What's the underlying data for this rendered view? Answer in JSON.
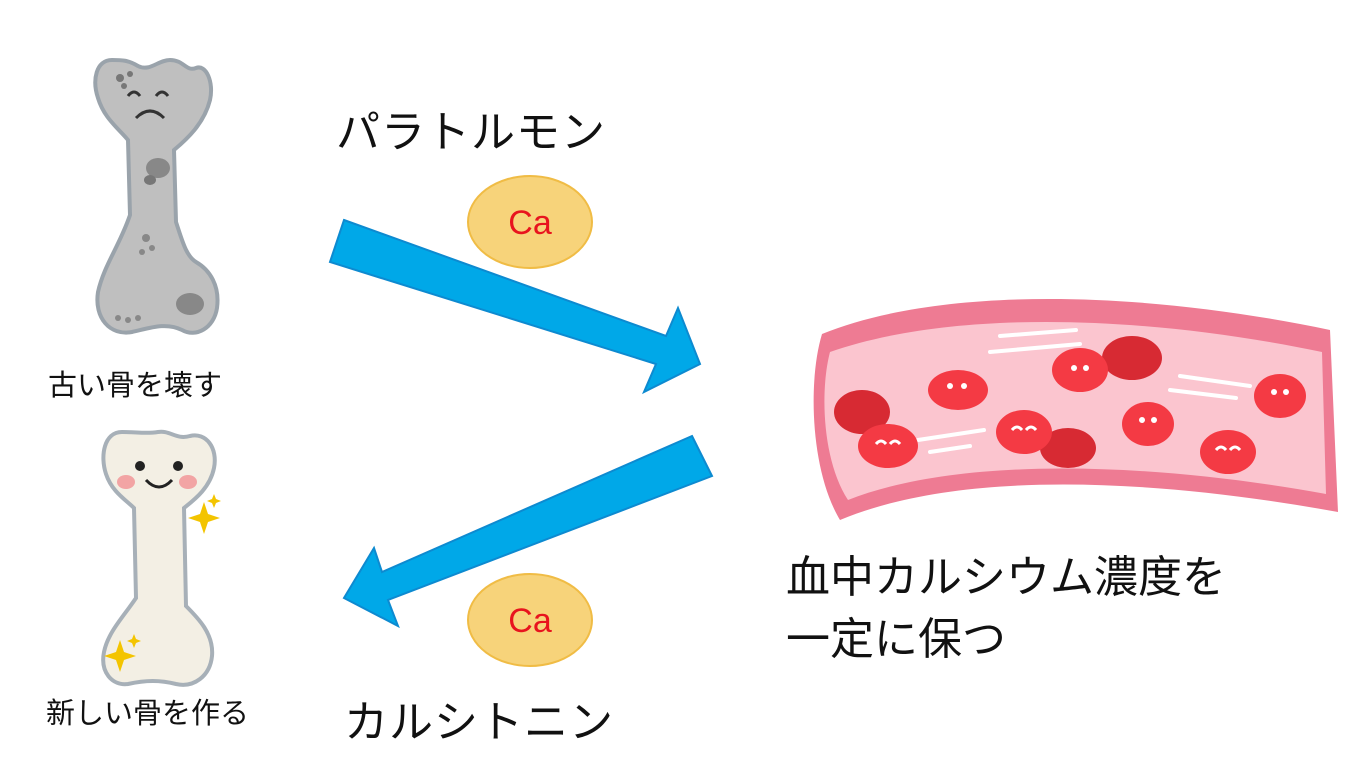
{
  "hormones": {
    "top": {
      "name": "パラトルモン",
      "mineral": "Ca"
    },
    "bottom": {
      "name": "カルシトニン",
      "mineral": "Ca"
    }
  },
  "bones": {
    "old": {
      "caption": "古い骨を壊す"
    },
    "new": {
      "caption": "新しい骨を作る"
    }
  },
  "vessel": {
    "caption_line1": "血中カルシウム濃度を",
    "caption_line2": "一定に保つ"
  },
  "colors": {
    "arrow": "#00a8e8",
    "ca_fill": "#f7d37a",
    "ca_text": "#e8141e",
    "vessel_wall": "#ee7b93",
    "vessel_inner": "#fbc5cf",
    "blood_cell": "#ee2f3d",
    "old_bone": "#bdbdbd",
    "new_bone": "#f3efe4"
  },
  "icons": [
    "old-bone-icon",
    "new-bone-icon",
    "blood-vessel-icon",
    "sparkle-icon"
  ]
}
